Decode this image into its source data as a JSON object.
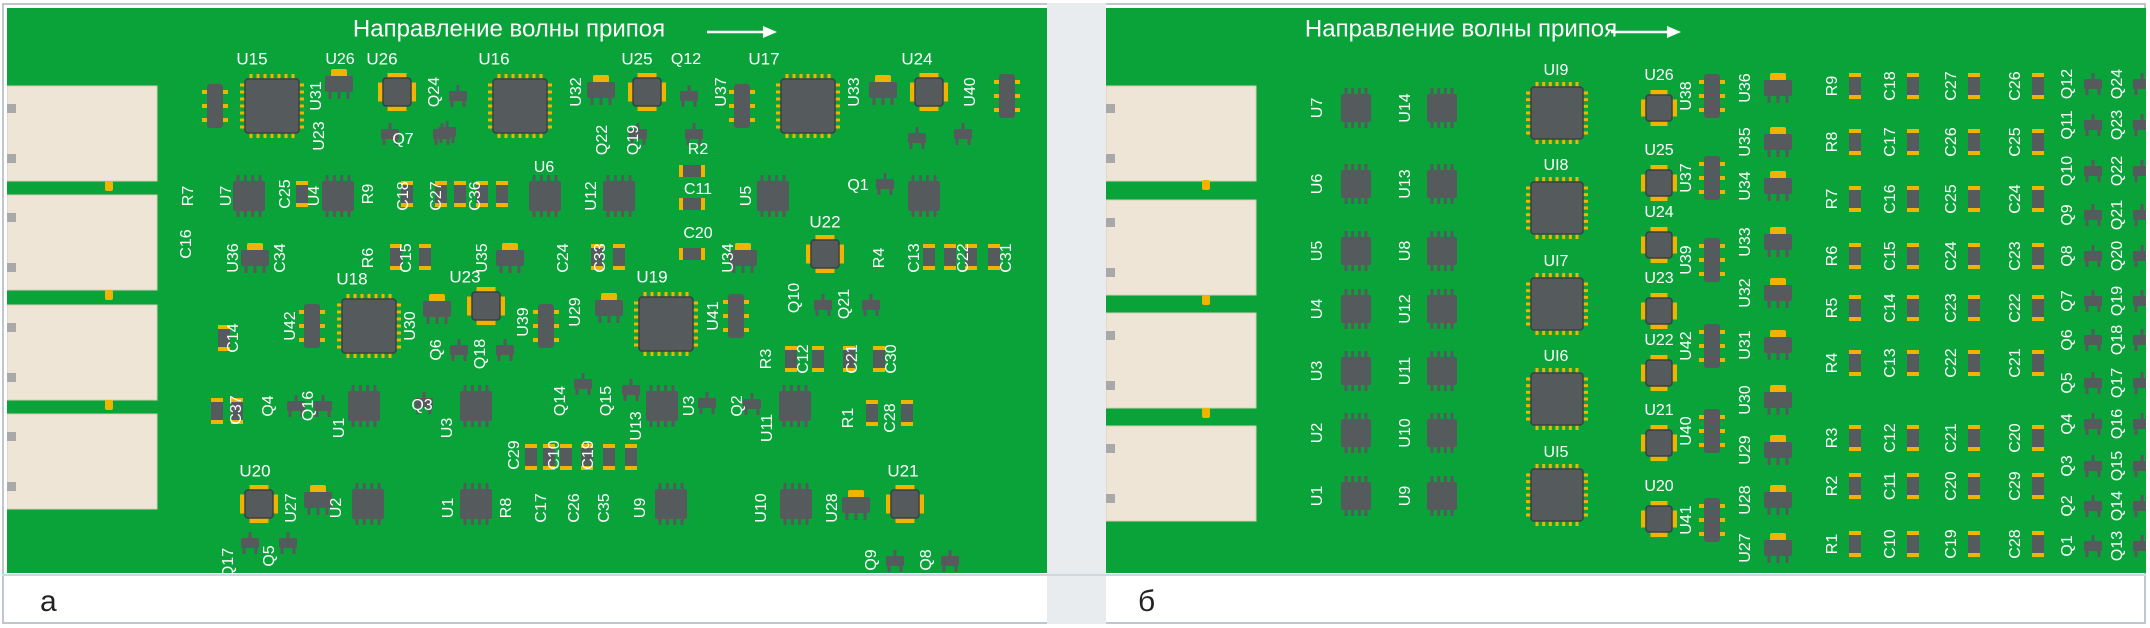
{
  "flow_label": "Направление волны припоя",
  "panels": [
    {
      "label": "а"
    },
    {
      "label": "б"
    }
  ],
  "colors": {
    "board": "#0aa33a",
    "ic": "#555a5c",
    "pin": "#f0b400",
    "connector": "#efe5d6",
    "silkscreen": "#ffffff"
  },
  "panel_a": {
    "big_ics": [
      "U15",
      "U16",
      "U17",
      "U18",
      "U19"
    ],
    "small_ics": [
      "U26",
      "U25",
      "U24",
      "U22",
      "U23"
    ],
    "soics": [
      "U7",
      "U4",
      "U6",
      "U12",
      "U5",
      "U1",
      "U3",
      "U13",
      "U11",
      "U2",
      "U9",
      "U10",
      "U29",
      "U42",
      "U39",
      "U41",
      "U33",
      "U31",
      "U37"
    ],
    "sot223": [
      "U23",
      "U32",
      "U36",
      "U35",
      "U34",
      "U30",
      "U27",
      "U28",
      "U40"
    ],
    "transistors": [
      "Q24",
      "Q7",
      "Q22",
      "Q19",
      "Q12",
      "Q1",
      "Q10",
      "Q21",
      "Q6",
      "Q18",
      "Q3",
      "Q14",
      "Q15",
      "Q2",
      "Q4",
      "Q16",
      "Q17",
      "Q5",
      "Q9",
      "Q8"
    ],
    "caps": [
      "C16",
      "C25",
      "C18",
      "C27",
      "C36",
      "C11",
      "C20",
      "C15",
      "C24",
      "C33",
      "C13",
      "C22",
      "C31",
      "C14",
      "C37",
      "C12",
      "C21",
      "C30",
      "C28",
      "C29",
      "C10",
      "C19",
      "C17",
      "C26",
      "C35",
      "C34"
    ],
    "resistors": [
      "R7",
      "R9",
      "R2",
      "R6",
      "R4",
      "R3",
      "R1",
      "R8"
    ]
  },
  "panel_b": {
    "col1": [
      "U7",
      "U6",
      "U5",
      "U4",
      "U3",
      "U2",
      "U1"
    ],
    "col2": [
      "U14",
      "U13",
      "U8",
      "U12",
      "U11",
      "U10",
      "U9"
    ],
    "col3": [
      "UI9",
      "UI8",
      "UI7",
      "UI6",
      "UI5"
    ],
    "col4": [
      "U26",
      "U25",
      "U24",
      "U23",
      "U22",
      "U21",
      "U20"
    ],
    "col5": [
      "U38",
      "U37",
      "U39",
      "U42",
      "U40",
      "U41"
    ],
    "col6": [
      "U36",
      "U35",
      "U34",
      "U33",
      "U32",
      "U31",
      "U30",
      "U29",
      "U28",
      "U27"
    ],
    "col7": [
      "R9",
      "R8",
      "R7",
      "R6",
      "R5",
      "R4",
      "R3",
      "R2",
      "R1"
    ],
    "col8": [
      "C18",
      "C17",
      "C16",
      "C15",
      "C14",
      "C13",
      "C12",
      "C11",
      "C10"
    ],
    "col9": [
      "C27",
      "C26",
      "C25",
      "C24",
      "C23",
      "C22",
      "C21",
      "C20",
      "C19"
    ],
    "col10": [
      "C26",
      "C25",
      "C24",
      "C23",
      "C22",
      "C21",
      "C20",
      "C29",
      "C28"
    ],
    "col11": [
      "Q12",
      "Q11",
      "Q10",
      "Q9",
      "Q8",
      "Q7",
      "Q6",
      "Q5",
      "Q4",
      "Q3",
      "Q2",
      "Q1"
    ],
    "col12": [
      "Q24",
      "Q23",
      "Q22",
      "Q21",
      "Q20",
      "Q19",
      "Q18",
      "Q17",
      "Q16",
      "Q15",
      "Q14",
      "Q13"
    ]
  }
}
